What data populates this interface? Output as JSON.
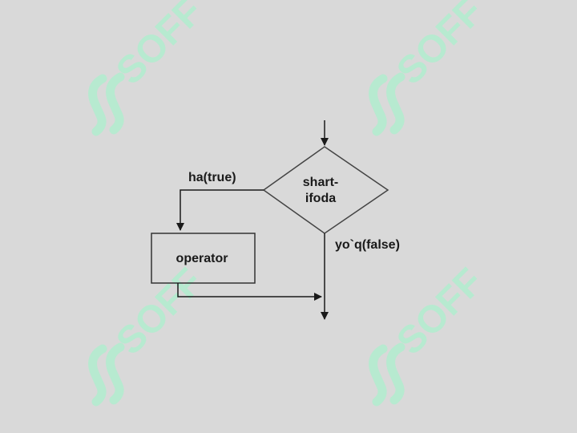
{
  "diagram": {
    "decision_line1": "shart-",
    "decision_line2": "ifoda",
    "true_branch": "ha(true)",
    "false_branch": "yo`q(false)",
    "process": "operator"
  },
  "watermark": {
    "text": "SOFF",
    "color": "#b7ead0"
  }
}
